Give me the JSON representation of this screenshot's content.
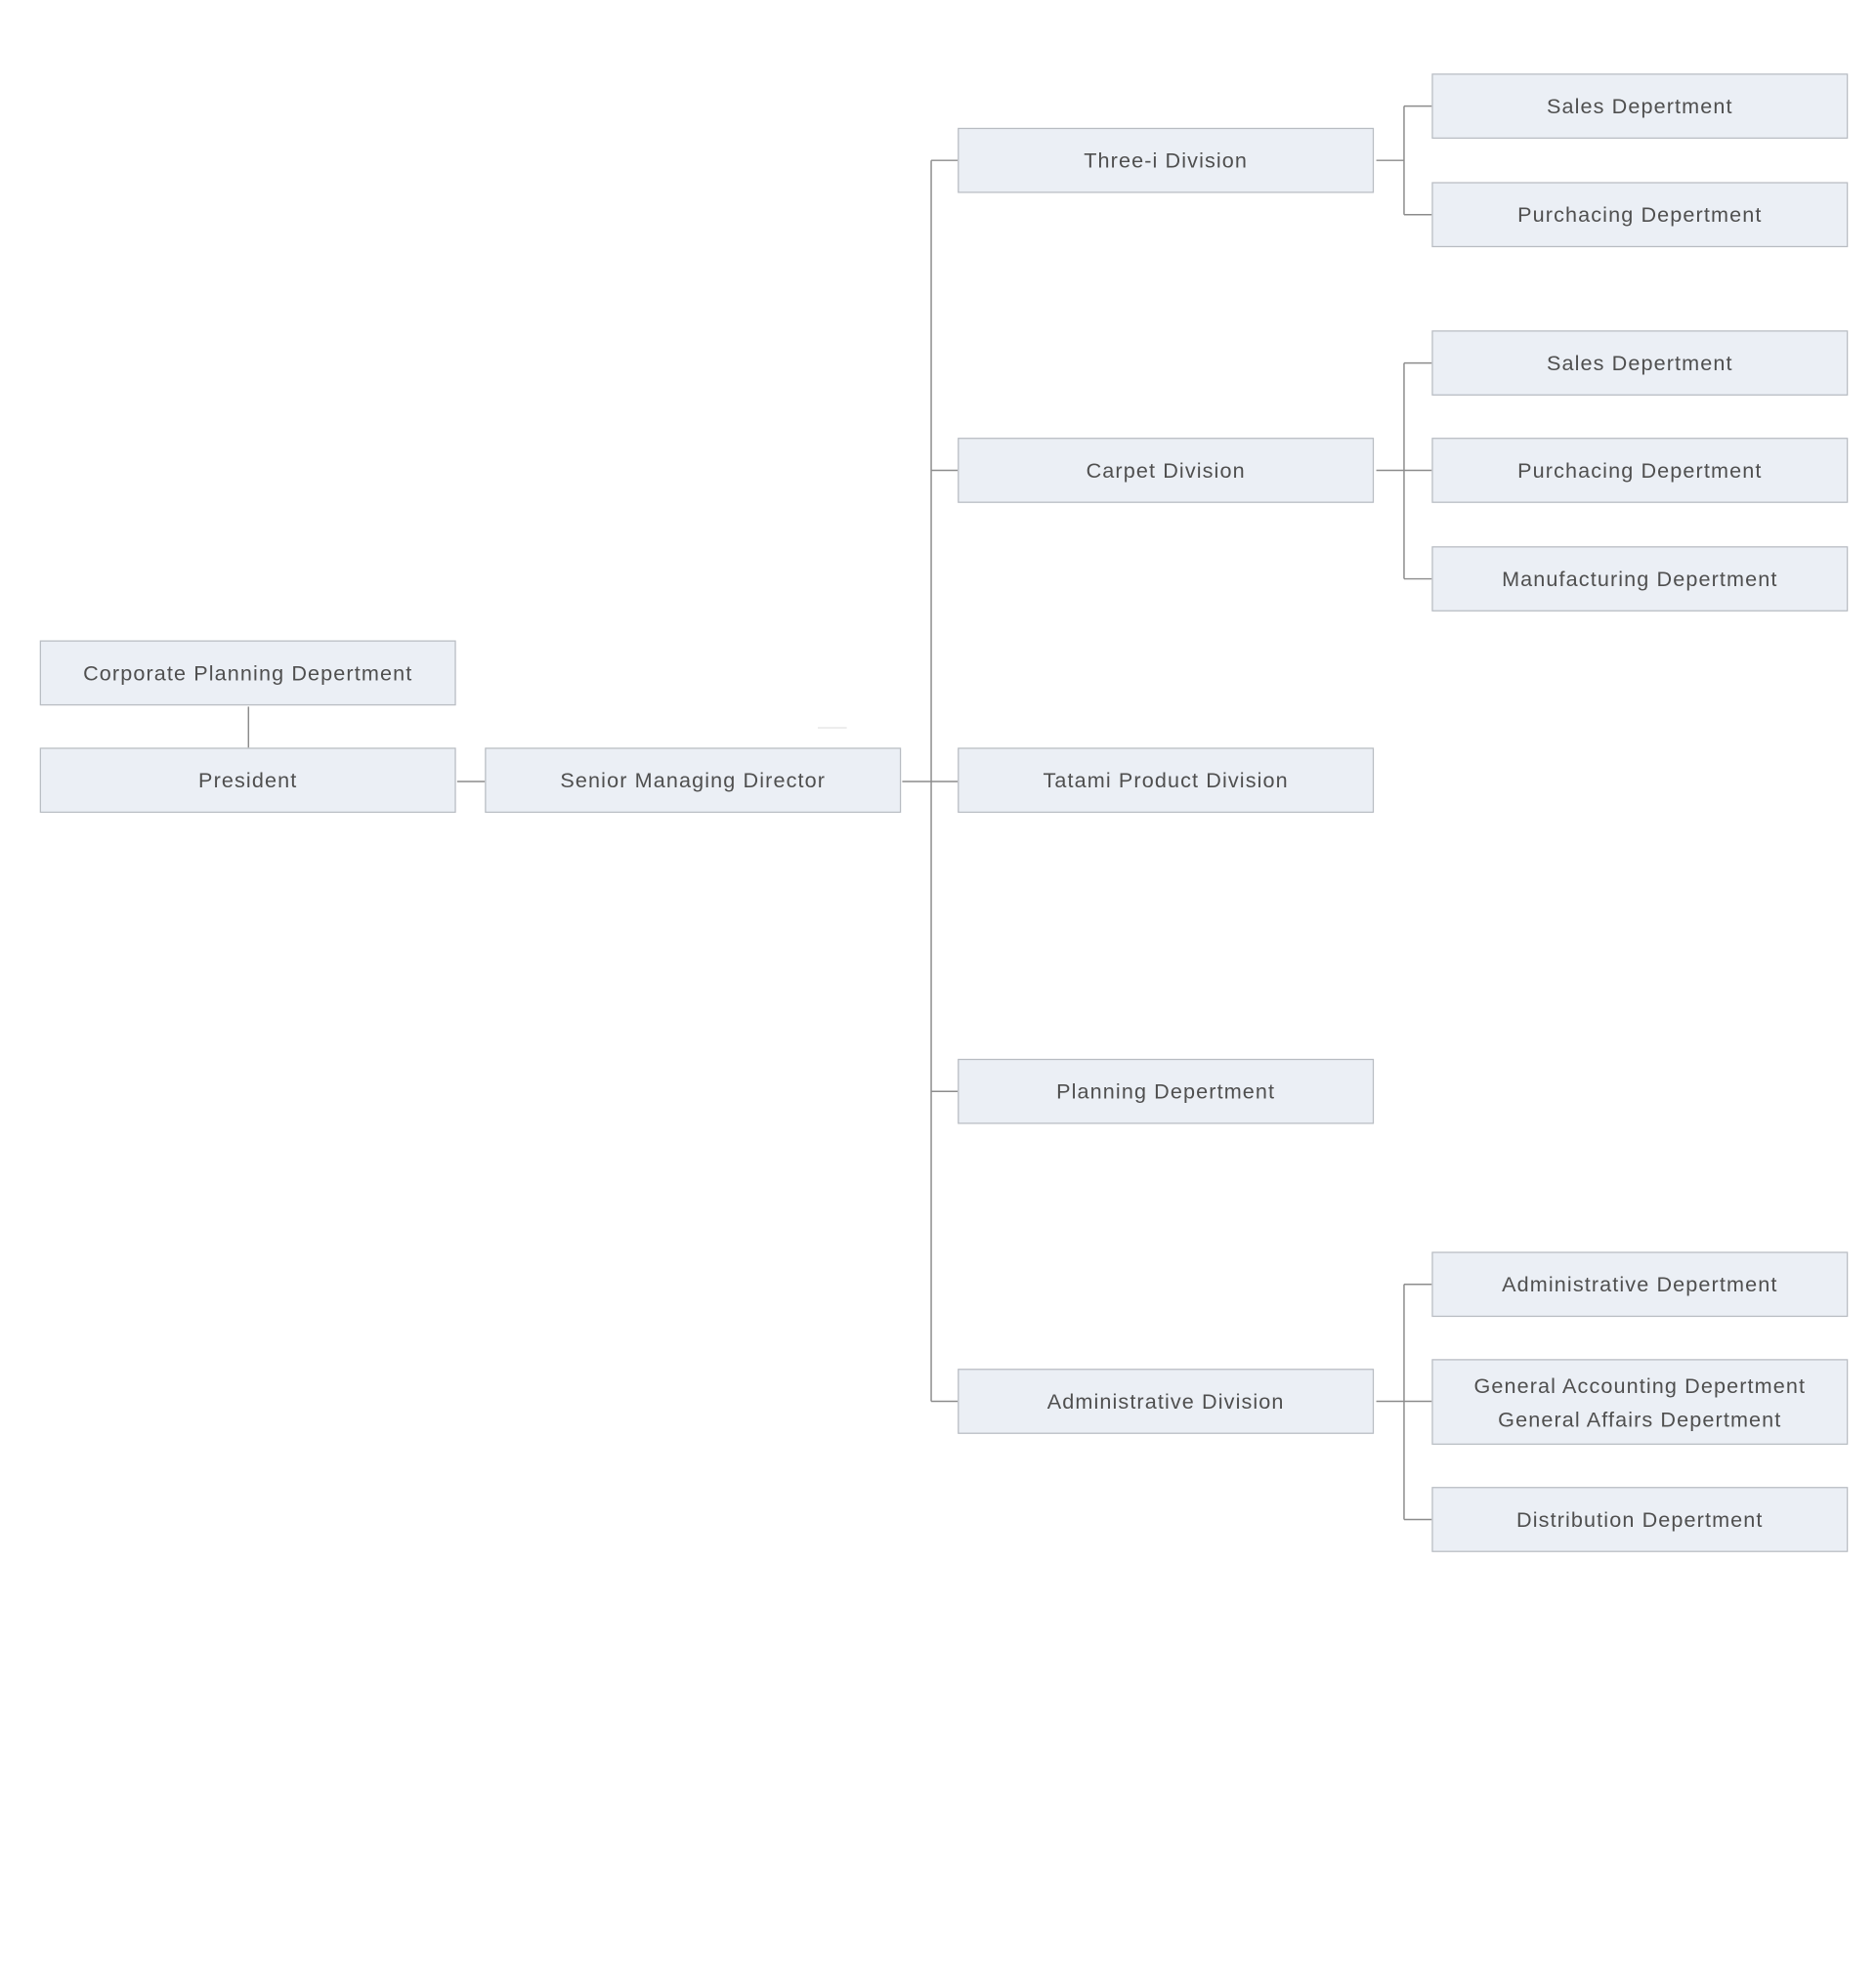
{
  "org_chart": {
    "corporate_planning": "Corporate Planning Depertment",
    "president": "President",
    "senior_managing_director": "Senior Managing Director",
    "divisions": {
      "three_i": {
        "label": "Three-i Division",
        "departments": [
          "Sales Depertment",
          "Purchacing Depertment"
        ]
      },
      "carpet": {
        "label": "Carpet Division",
        "departments": [
          "Sales Depertment",
          "Purchacing Depertment",
          "Manufacturing Depertment"
        ]
      },
      "tatami": {
        "label": "Tatami Product Division"
      },
      "planning": {
        "label": "Planning Depertment"
      },
      "administrative": {
        "label": "Administrative Division",
        "departments": [
          "Administrative Depertment",
          "General Accounting  Depertment\nGeneral Affairs Depertment",
          "Distribution Depertment"
        ]
      }
    }
  }
}
